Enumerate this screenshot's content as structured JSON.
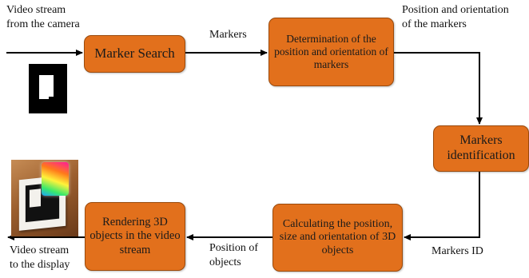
{
  "boxes": {
    "marker_search": "Marker Search",
    "determination": "Determination of the position and orientation of markers",
    "identification": "Markers identification",
    "calculating": "Calculating the position, size and orientation of 3D objects",
    "rendering": "Rendering 3D objects in the video stream"
  },
  "labels": {
    "input": "Video stream\nfrom the camera",
    "markers": "Markers",
    "position_orientation": "Position and orientation\nof the markers",
    "markers_id": "Markers ID",
    "position_objects": "Position of\nobjects",
    "output": "Video stream\nto the display"
  },
  "colors": {
    "box_fill": "#e2701c",
    "box_border": "#9a4a0c",
    "arrow": "#000000"
  }
}
